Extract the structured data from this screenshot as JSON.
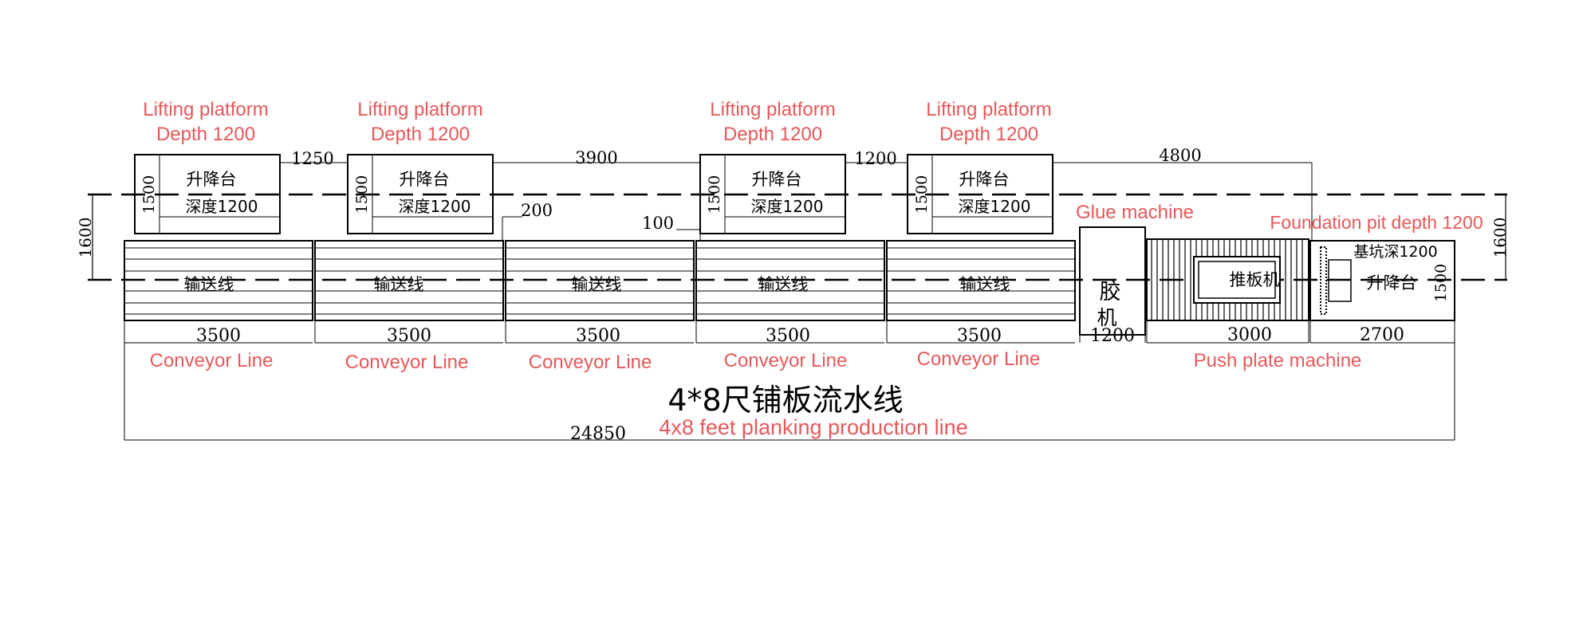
{
  "labels": {
    "lift_en_1": "Lifting platform",
    "lift_en_2": "Depth 1200",
    "lift_cn_1": "升降台",
    "lift_cn_2": "深度1200",
    "lift_width": "1500",
    "conveyor_cn": "输送线",
    "conveyor_en": "Conveyor Line",
    "glue_en": "Glue machine",
    "glue_cn_1": "胶",
    "glue_cn_2": "机",
    "pusher_cn": "推板机",
    "pusher_en": "Push plate machine",
    "pit_en": "Foundation pit depth 1200",
    "pit_cn": "基坑深1200",
    "pit_lift_cn": "升降台",
    "title_cn": "4*8尺铺板流水线",
    "title_en": "4x8 feet planking production line"
  },
  "dimensions": {
    "gap_1": "1250",
    "gap_2": "3900",
    "gap_3": "1200",
    "gap_4": "4800",
    "offset_200": "200",
    "offset_100": "100",
    "side_height": "1600",
    "conveyor_len": "3500",
    "glue_len": "1200",
    "pusher_len": "3000",
    "pit_len": "2700",
    "pit_width": "1500",
    "total_len": "24850"
  },
  "colors": {
    "annotation": "#e8575a",
    "line": "#000000"
  }
}
